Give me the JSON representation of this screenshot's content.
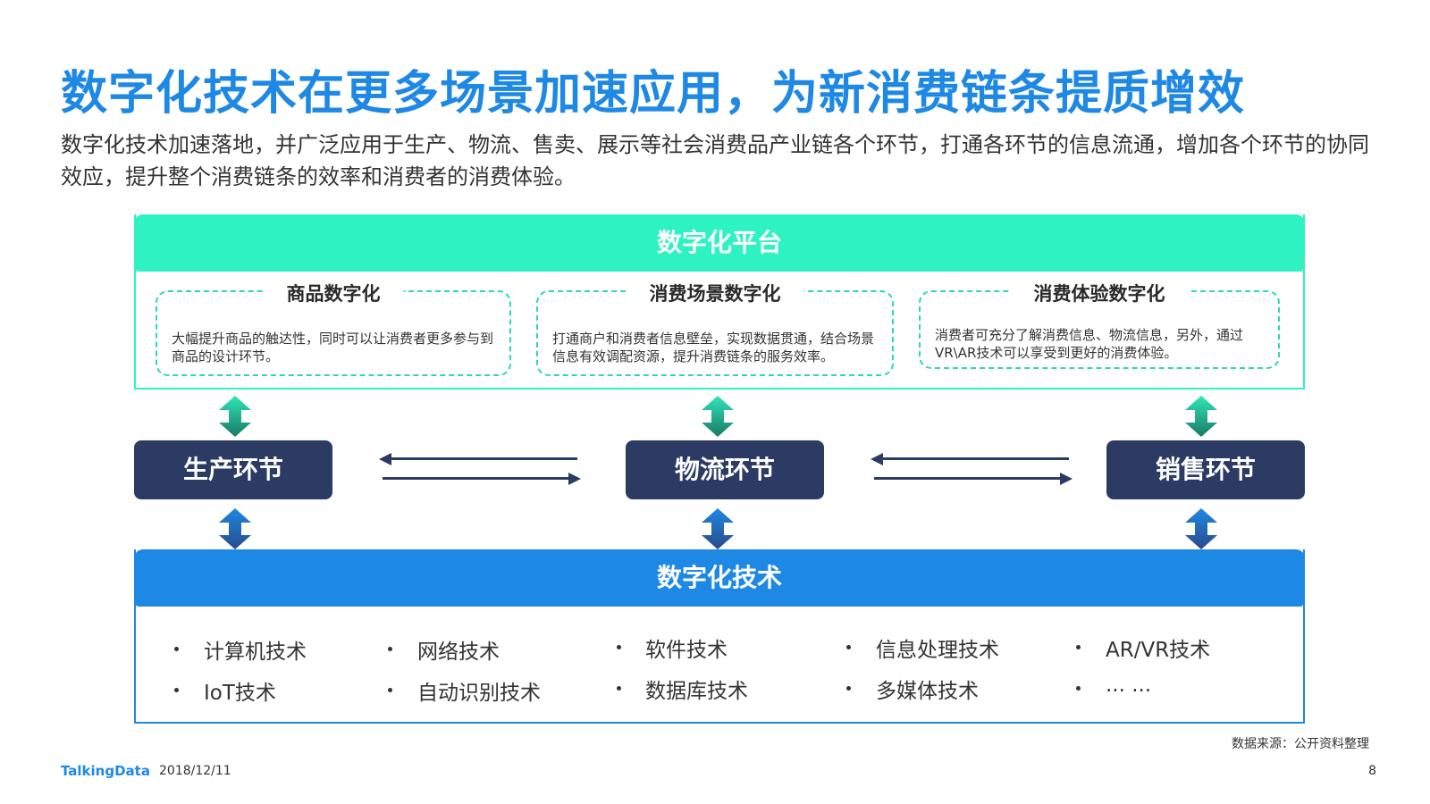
{
  "header": {
    "title": "数字化技术在更多场景加速应用，为新消费链条提质增效",
    "intro": "数字化技术加速落地，并广泛应用于生产、物流、售卖、展示等社会消费品产业链各个环节，打通各环节的信息流通，增加各个环节的协同效应，提升整个消费链条的效率和消费者的消费体验。"
  },
  "platform": {
    "label": "数字化平台",
    "cards": [
      {
        "title": "商品数字化",
        "text": "大幅提升商品的触达性，同时可以让消费者更多参与到商品的设计环节。"
      },
      {
        "title": "消费场景数字化",
        "text": "打通商户和消费者信息壁垒，实现数据贯通，结合场景信息有效调配资源，提升消费链条的服务效率。"
      },
      {
        "title": "消费体验数字化",
        "text": "消费者可充分了解消费信息、物流信息，另外，通过VR\\AR技术可以享受到更好的消费体验。"
      }
    ]
  },
  "stages": [
    {
      "label": "生产环节"
    },
    {
      "label": "物流环节"
    },
    {
      "label": "销售环节"
    }
  ],
  "tech": {
    "label": "数字化技术",
    "items": [
      "计算机技术",
      "网络技术",
      "软件技术",
      "信息处理技术",
      "AR/VR技术",
      "IoT技术",
      "自动识别技术",
      "数据库技术",
      "多媒体技术",
      "... ..."
    ]
  },
  "footer": {
    "source": "数据来源：公开资料整理",
    "logo": "TalkingData",
    "date": "2018/12/11",
    "page": "8"
  },
  "colors": {
    "title_blue": "#1e88e5",
    "platform_teal": "#2ef2c2",
    "stage_navy": "#2c3b64",
    "tech_blue": "#1e88e5"
  }
}
